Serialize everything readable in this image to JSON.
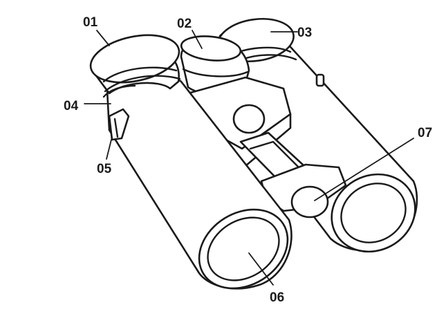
{
  "callouts": [
    {
      "id": "01",
      "label": "01"
    },
    {
      "id": "02",
      "label": "02"
    },
    {
      "id": "03",
      "label": "03"
    },
    {
      "id": "04",
      "label": "04"
    },
    {
      "id": "05",
      "label": "05"
    },
    {
      "id": "06",
      "label": "06"
    },
    {
      "id": "07",
      "label": "07"
    }
  ],
  "colors": {
    "line": "#1a1a1a",
    "background": "#ffffff"
  }
}
